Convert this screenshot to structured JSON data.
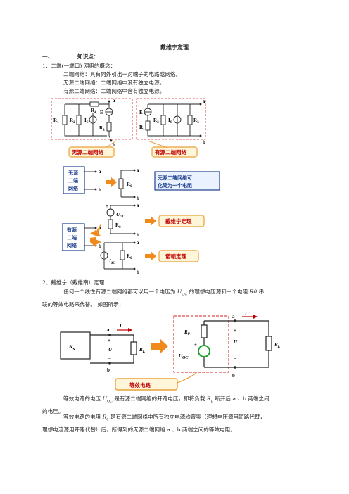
{
  "doc": {
    "title": "戴维宁定理",
    "section1": {
      "num": "一、",
      "label": "知识点："
    },
    "item1": "1、二端(一端口) 网络的概念：",
    "def1": "二端网络：具有向外引出一对端子的电路或网络。",
    "def2": "无源二端网络：二端网络中没有独立电源。",
    "def3": "有源二端网络：二端网络中含有独立电源。",
    "item2": "2、戴维宁（戴维南）定理",
    "para1_a": "任何一个线性有源二端网络都可以用一个电压为",
    "para1_uoc": "U",
    "para1_oc": "OC",
    "para1_b": "的理想电压源和一个电阻",
    "para1_r0": "R0",
    "para1_c": "串",
    "para1_d": "联的等效电路来代替。    如图所示：",
    "para2_a": "等效电路的电压",
    "para2_b": "是有源二端网络的开路电压，即将负载",
    "para2_rl": "R",
    "para2_l": "L",
    "para2_c": "断开后  a  、b 两端之间",
    "para2_d": "的电压。",
    "para3_a": "等效电路的电阻",
    "para3_r0": "R",
    "para3_0": "0",
    "para3_b": "是有源二端网络中所有独立电源均置零（理想电压源用短路代替，",
    "para3_c": "理想电流源用开路代替）后，所得到的无源二端网络  a 、b 两端之间的等效电阻。"
  },
  "fig1": {
    "tag_passive": "无源二端网络",
    "tag_active": "有源二端网络",
    "R1": "R",
    "R1s": "1",
    "R2": "R",
    "R2s": "2",
    "R3": "R",
    "R3s": "3",
    "R4": "R",
    "R4s": "4",
    "IS": "I",
    "ISs": "S",
    "E": "E",
    "a": "a",
    "b": "b",
    "plus": "+",
    "minus": "−"
  },
  "fig2": {
    "box_passive": [
      "无源",
      "二端",
      "网络"
    ],
    "box_active": [
      "有源",
      "二端",
      "网络"
    ],
    "note_resistor": [
      "无源二端网络可",
      "化简为一个电阻"
    ],
    "tag_thevenin": "戴维宁定理",
    "tag_norton": "诺顿定理",
    "R0": "R",
    "R0s": "0",
    "UOC": "U",
    "UOCs": "OC",
    "ISC": "I",
    "ISCs": "SC",
    "a": "a",
    "b": "b",
    "plus": "+"
  },
  "fig3": {
    "NS": "N",
    "NSs": "S",
    "U": "U",
    "RL": "R",
    "RLs": "L",
    "I": "I",
    "R0": "R",
    "R0s": "0",
    "UOC": "U",
    "UOCs": "OC",
    "a": "a",
    "b": "b",
    "plus": "+",
    "minus": "−",
    "tag_equiv": "等效电路"
  },
  "colors": {
    "tagRed": "#c00000",
    "tagBorder": "#e8a13a",
    "tagFill": "#fff6d9",
    "boxBlue": "#1f3f8f",
    "arrowOrange": "#f08a1c",
    "dashRed": "#d02020",
    "green": "#1fa02f"
  }
}
